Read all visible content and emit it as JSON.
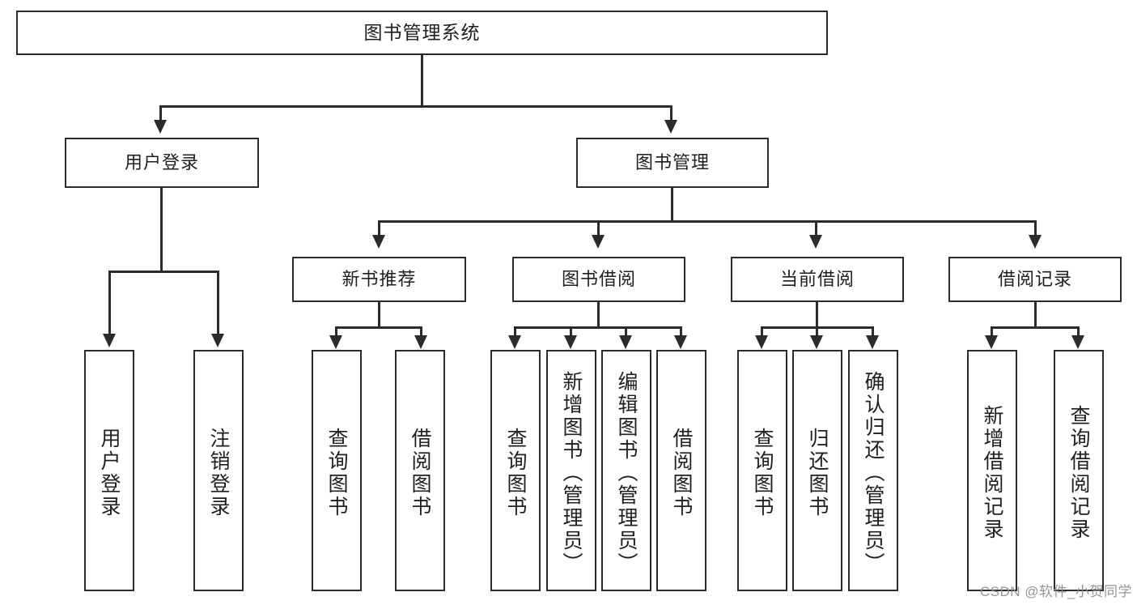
{
  "diagram": {
    "type": "tree",
    "title": "图书管理系统",
    "root": {
      "label": "图书管理系统"
    },
    "level2": [
      {
        "label": "用户登录"
      },
      {
        "label": "图书管理"
      }
    ],
    "level3": [
      {
        "label": "新书推荐"
      },
      {
        "label": "图书借阅"
      },
      {
        "label": "当前借阅"
      },
      {
        "label": "借阅记录"
      }
    ],
    "leaves": {
      "user_login": [
        {
          "label": "用户登录"
        },
        {
          "label": "注销登录"
        }
      ],
      "new_book": [
        {
          "label": "查询图书"
        },
        {
          "label": "借阅图书"
        }
      ],
      "borrow_book": [
        {
          "label": "查询图书"
        },
        {
          "label": "新增图书（管理员）"
        },
        {
          "label": "编辑图书（管理员）"
        },
        {
          "label": "借阅图书"
        }
      ],
      "current_borrow": [
        {
          "label": "查询图书"
        },
        {
          "label": "归还图书"
        },
        {
          "label": "确认归还（管理员）"
        }
      ],
      "borrow_record": [
        {
          "label": "新增借阅记录"
        },
        {
          "label": "查询借阅记录"
        }
      ]
    }
  },
  "watermark": {
    "text": "CSDN @软件_小贺同学"
  },
  "colors": {
    "stroke": "#2b2b2b",
    "fill": "#ffffff",
    "text": "#1f1f1f",
    "watermark": "#8d8d8d"
  }
}
